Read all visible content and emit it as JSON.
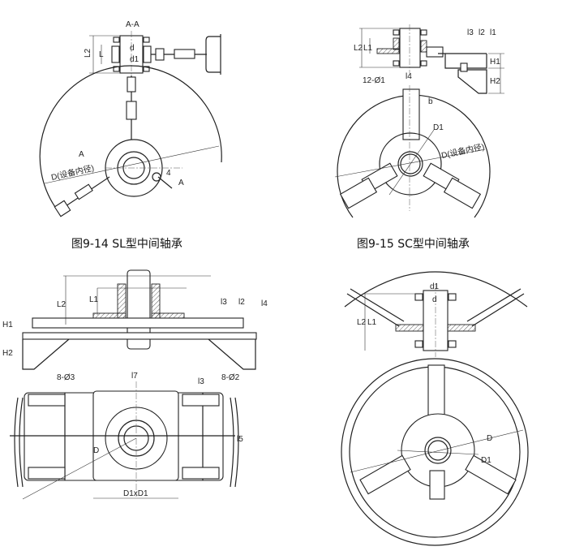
{
  "fig_sl": {
    "section_label": "A-A",
    "caption": "图9-14 SL型中间轴承",
    "labels": {
      "L2": "L2",
      "L": "L",
      "d": "d",
      "d1": "d1",
      "A_top": "A",
      "A_right": "A",
      "four": "4",
      "D": "D(设备内径)"
    }
  },
  "fig_sc": {
    "caption": "图9-15 SC型中间轴承",
    "labels": {
      "L2": "L2",
      "L1": "L1",
      "l3": "l3",
      "l2": "l2",
      "l1": "l1",
      "H1": "H1",
      "H2": "H2",
      "holes": "12-Ø1",
      "l4": "l4",
      "b": "b",
      "D1": "D1",
      "D": "D(设备内径)"
    }
  },
  "fig_bl": {
    "labels": {
      "L2": "L2",
      "L1": "L1",
      "l3": "l3",
      "l2": "l2",
      "l4": "l4",
      "H1": "H1",
      "H2": "H2",
      "holes3": "8-Ø3",
      "holes2": "8-Ø2",
      "l7": "l7",
      "l3b": "l3",
      "l5": "l5",
      "D": "D",
      "D1xD1": "D1xD1"
    }
  },
  "fig_br": {
    "labels": {
      "d1": "d1",
      "d": "d",
      "L2": "L2",
      "L1": "L1",
      "D": "D",
      "D1": "D1"
    }
  }
}
